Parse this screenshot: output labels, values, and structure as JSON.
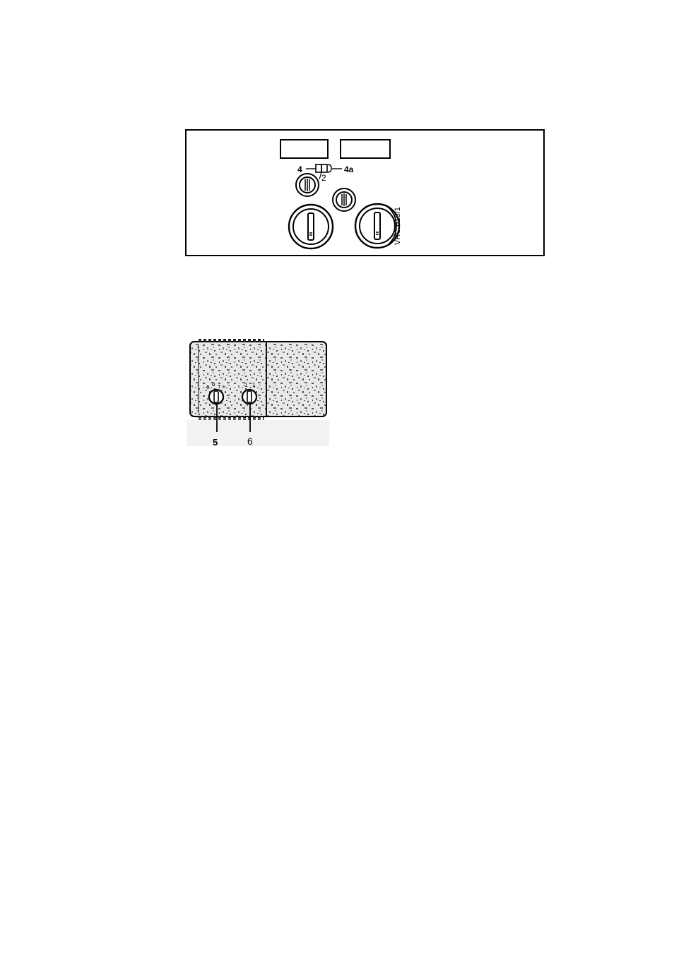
{
  "figure1": {
    "callouts": {
      "item_4": "4",
      "item_4a": "4a",
      "item_2": "2"
    },
    "model_label": "VRC 615/1"
  },
  "figure2": {
    "callouts": {
      "item_5": "5",
      "item_6": "6"
    }
  }
}
